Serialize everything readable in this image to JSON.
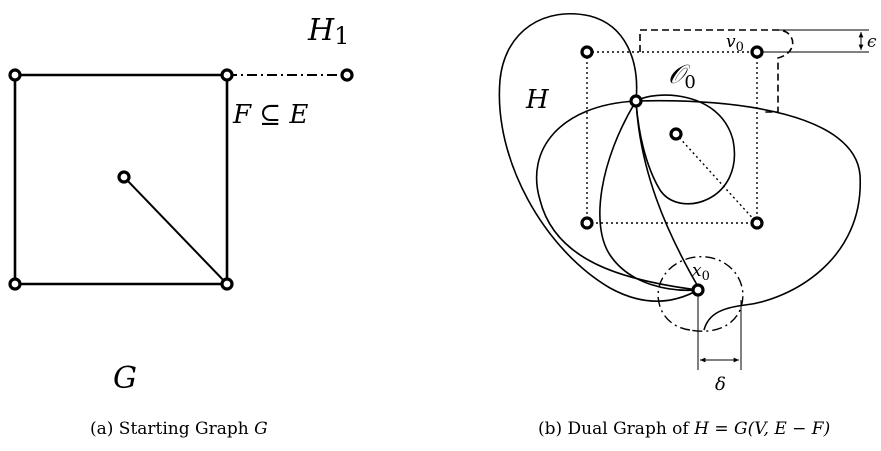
{
  "panel_a": {
    "graph_label": "G",
    "subgraph_label": "H",
    "subgraph_subscript": "1",
    "edge_label": "F ⊆ E",
    "caption_prefix": "(a) Starting Graph ",
    "caption_var": "G"
  },
  "panel_b": {
    "graph_label": "H",
    "region_label": "𝒪",
    "region_subscript": "0",
    "v_label": "v",
    "v_subscript": "0",
    "x_label": "x",
    "x_subscript": "0",
    "epsilon": "ϵ",
    "delta": "δ",
    "caption_prefix": "(b) Dual Graph of ",
    "caption_var": "H = G(V, E − F)"
  }
}
